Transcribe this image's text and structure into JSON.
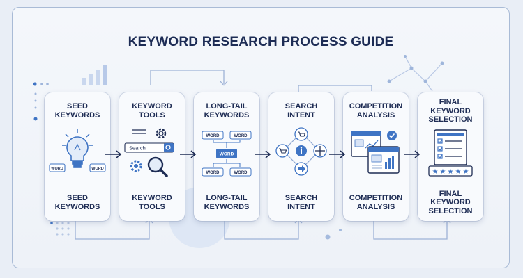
{
  "title": "KEYWORD RESEARCH PROCESS GUIDE",
  "colors": {
    "title": "#1d2c55",
    "accent": "#3f74c4",
    "card_bg": "#f8fafd",
    "background": "#e9eef6"
  },
  "steps": [
    {
      "top_label": "SEED\nKEYWORDS",
      "bottom_label": "SEED\nKEYWORDS",
      "icon": "lightbulb-icon",
      "tags": [
        "WORD",
        "WORD"
      ]
    },
    {
      "top_label": "KEYWORD\nTOOLS",
      "bottom_label": "KEYWORD\nTOOLS",
      "icon": "search-tools-icon",
      "search_text": "Search"
    },
    {
      "top_label": "LONG-TAIL\nKEYWORDS",
      "bottom_label": "LONG-TAIL\nKEYWORDS",
      "icon": "word-tree-icon",
      "tags": [
        "WORD",
        "WORD",
        "WORD",
        "WORD",
        "WORD"
      ]
    },
    {
      "top_label": "SEARCH\nINTENT",
      "bottom_label": "SEARCH\nINTENT",
      "icon": "intent-diamond-icon"
    },
    {
      "top_label": "COMPETITION\nANALYSIS",
      "bottom_label": "COMPETITION\nANALYSIS",
      "icon": "analytics-windows-icon"
    },
    {
      "top_label": "FINAL\nKEYWORD\nSELECTION",
      "bottom_label": "FINAL\nKEYWORD\nSELECTION",
      "icon": "checklist-icon",
      "rating": 5
    }
  ]
}
